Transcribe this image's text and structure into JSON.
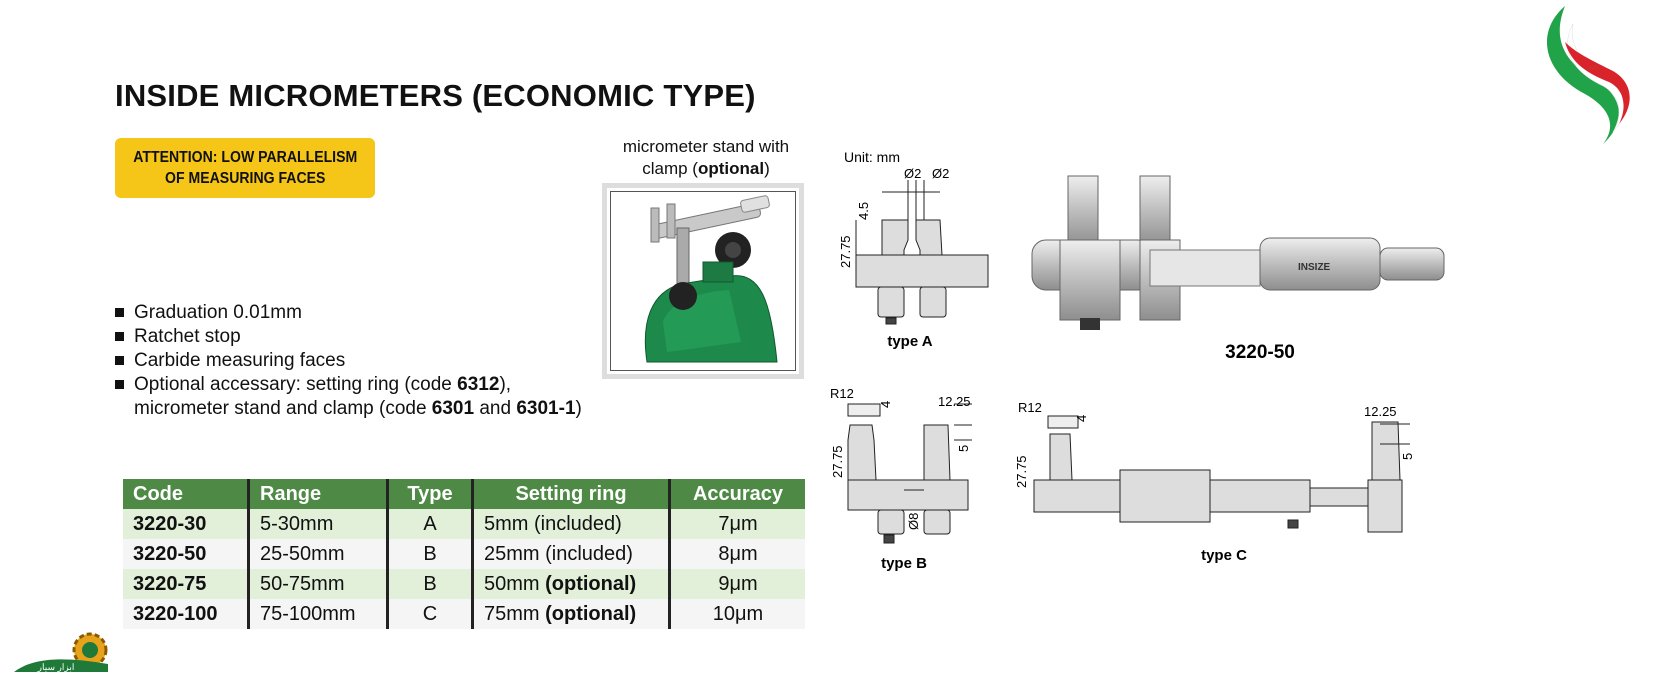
{
  "title": "INSIDE MICROMETERS (ECONOMIC TYPE)",
  "attention": {
    "line1": "ATTENTION: LOW PARALLELISM",
    "line2": "OF MEASURING FACES"
  },
  "stand": {
    "caption_pre": "micrometer stand with",
    "caption_mid": "clamp (",
    "caption_bold": "optional",
    "caption_post": ")"
  },
  "features": {
    "f1": "Graduation 0.01mm",
    "f2": "Ratchet stop",
    "f3": "Carbide measuring faces",
    "f4_pre": "Optional accessary: setting ring (code ",
    "f4_code1": "6312",
    "f4_mid": "),",
    "f4_line2_pre": "micrometer stand and clamp (code ",
    "f4_code2": "6301",
    "f4_and": " and ",
    "f4_code3": "6301-1",
    "f4_end": ")"
  },
  "table": {
    "headers": [
      "Code",
      "Range",
      "Type",
      "Setting ring",
      "Accuracy"
    ],
    "rows": [
      {
        "code": "3220-30",
        "range": "5-30mm",
        "type": "A",
        "ring": "5mm (included)",
        "ring_bold": "",
        "accuracy": "7μm"
      },
      {
        "code": "3220-50",
        "range": "25-50mm",
        "type": "B",
        "ring": "25mm (included)",
        "ring_bold": "",
        "accuracy": "8μm"
      },
      {
        "code": "3220-75",
        "range": "50-75mm",
        "type": "B",
        "ring": "50mm ",
        "ring_bold": "(optional)",
        "accuracy": "9μm"
      },
      {
        "code": "3220-100",
        "range": "75-100mm",
        "type": "C",
        "ring": "75mm ",
        "ring_bold": "(optional)",
        "accuracy": "10μm"
      }
    ]
  },
  "drawings": {
    "unit": "Unit: mm",
    "typeA": {
      "label": "type A",
      "d1": "Ø2",
      "d2": "Ø2",
      "h1": "4.5",
      "h2": "27.75"
    },
    "product": {
      "label": "3220-50",
      "brand": "INSIZE"
    },
    "typeB": {
      "label": "type B",
      "r": "R12",
      "w": "4",
      "d": "12.25",
      "h": "5",
      "hh": "27.75",
      "dia": "Ø8"
    },
    "typeC": {
      "label": "type C",
      "r": "R12",
      "w": "4",
      "d": "12.25",
      "h": "5",
      "hh": "27.75"
    }
  },
  "logo": {
    "text": "ابزار سیار"
  },
  "colors": {
    "header_green": "#4e8a45",
    "row_green": "#e2efd9",
    "attention_yellow": "#f5c518"
  }
}
